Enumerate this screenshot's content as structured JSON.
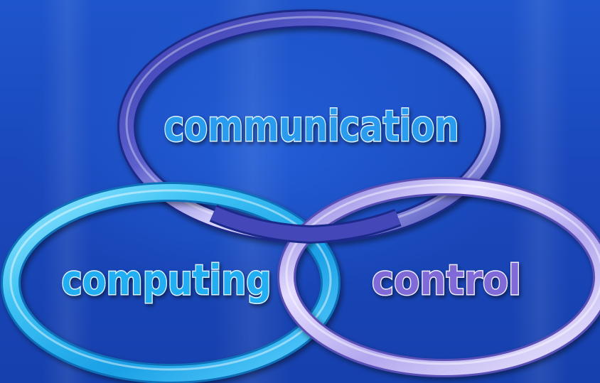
{
  "diagram": {
    "nodes": [
      {
        "id": "communication",
        "label": "communication",
        "ring_color": "#6a72d8",
        "text_color": "#2a9cf0"
      },
      {
        "id": "computing",
        "label": "computing",
        "ring_color": "#33b6ee",
        "text_color": "#20aef2"
      },
      {
        "id": "control",
        "label": "control",
        "ring_color": "#c7bff2",
        "text_color": "#7f6ad8"
      }
    ],
    "colors": {
      "background": "#1a47bb",
      "text_outline": "#dff4ff"
    }
  }
}
